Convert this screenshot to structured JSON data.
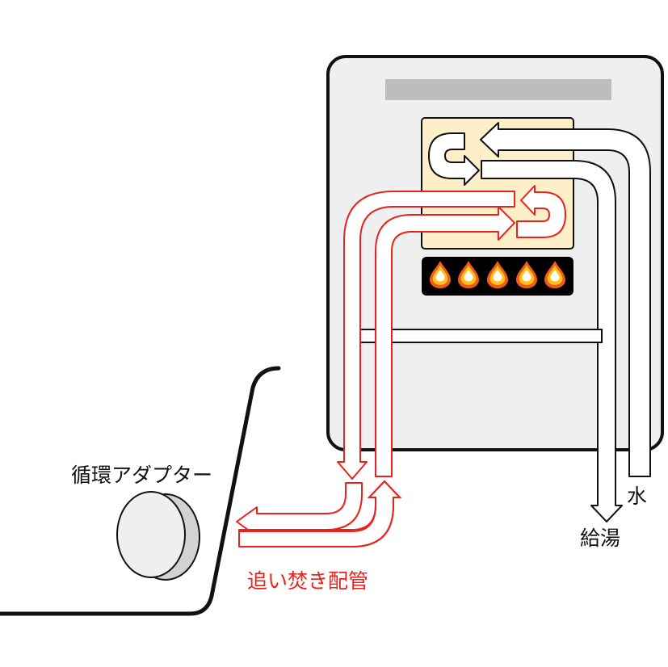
{
  "labels": {
    "adapter": "循環アダプター",
    "reheat_pipe": "追い焚き配管",
    "hot_water": "給湯",
    "water": "水"
  },
  "colors": {
    "outline": "#111111",
    "reheat": "#e8231e",
    "casing_fill": "#efefef",
    "exchanger_fill": "#fdefc8",
    "display_bar": "#bdbdbd",
    "burner": "#000000",
    "flame_outer": "#f05a1a",
    "flame_mid": "#ffc21a",
    "flame_inner": "#ffffff"
  },
  "icons": [
    "flame-icon",
    "arrow-icon"
  ]
}
